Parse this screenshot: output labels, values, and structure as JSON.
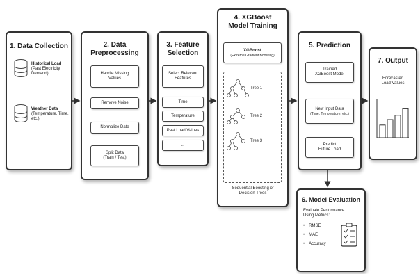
{
  "stage1": {
    "title": "1. Data Collection",
    "hist_label": "Historical Load",
    "hist_sub": "(Past Electricity Demand)",
    "weather_label": "Weather Data",
    "weather_sub": "(Temperature, Time, etc.)"
  },
  "stage2": {
    "title_l1": "2. Data",
    "title_l2": "Preprocessing",
    "steps": [
      [
        "Handle Missing",
        "Values"
      ],
      [
        "Remove Noise"
      ],
      [
        "Normalize Data"
      ],
      [
        "Split Data",
        "(Train / Test)"
      ]
    ]
  },
  "stage3": {
    "title_l1": "3. Feature",
    "title_l2": "Selection",
    "header": [
      "Select Relevant",
      "Features"
    ],
    "features": [
      "Time",
      "Temperature",
      "Past Load Values",
      "..."
    ]
  },
  "stage4": {
    "title_l1": "4. XGBoost",
    "title_l2": "Model Training",
    "box_l1": "XGBoost",
    "box_l2": "(Extreme Gradient Boosting)",
    "trees": [
      "Tree 1",
      "Tree 2",
      "Tree 3"
    ],
    "ellipsis": "...",
    "caption_l1": "Sequential Boosting of",
    "caption_l2": "Decision Trees"
  },
  "stage5": {
    "title": "5. Prediction",
    "steps": [
      [
        "Trained",
        "XGBoost Model"
      ],
      [
        "New Input Data",
        "(Time, Temperature, etc.)"
      ],
      [
        "Predict",
        "Future Load"
      ]
    ]
  },
  "stage6": {
    "title": "6. Model Evaluation",
    "text_l1": "Evaluate Performance",
    "text_l2": "Using Metrics:",
    "metrics": [
      "RMSE",
      "MAE",
      "Accuracy"
    ]
  },
  "stage7": {
    "title": "7. Output",
    "label_l1": "Forecasted",
    "label_l2": "Load Values",
    "bars": [
      0.35,
      0.5,
      0.62,
      0.8
    ]
  },
  "colors": {
    "border": "#333333",
    "bar": "#ffffff",
    "icon": "#777777"
  }
}
